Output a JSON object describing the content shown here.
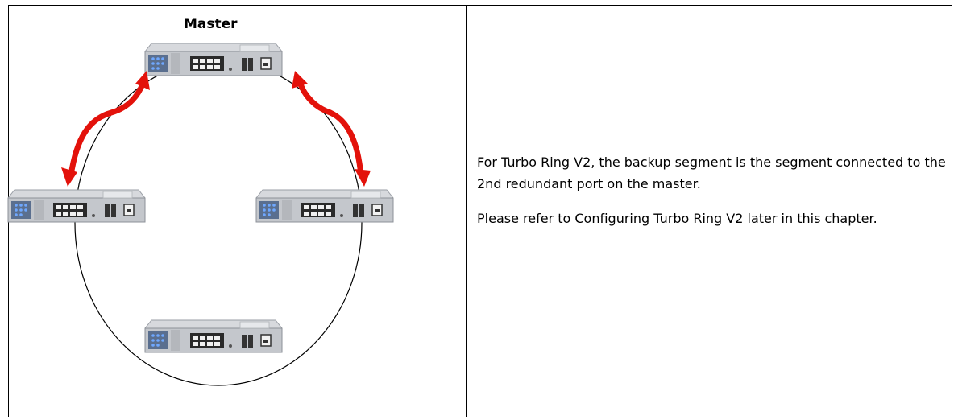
{
  "diagram": {
    "master_label": "Master"
  },
  "text": {
    "paragraph_1": "For Turbo Ring V2, the backup segment is the segment connected to the 2nd redundant port on the master.",
    "paragraph_2": "Please refer to Configuring Turbo Ring V2 later in this chapter."
  },
  "colors": {
    "arrow": "#e3120b",
    "switch_body": "#c9ccd1",
    "port": "#222222",
    "led": "#3a7bd5"
  }
}
